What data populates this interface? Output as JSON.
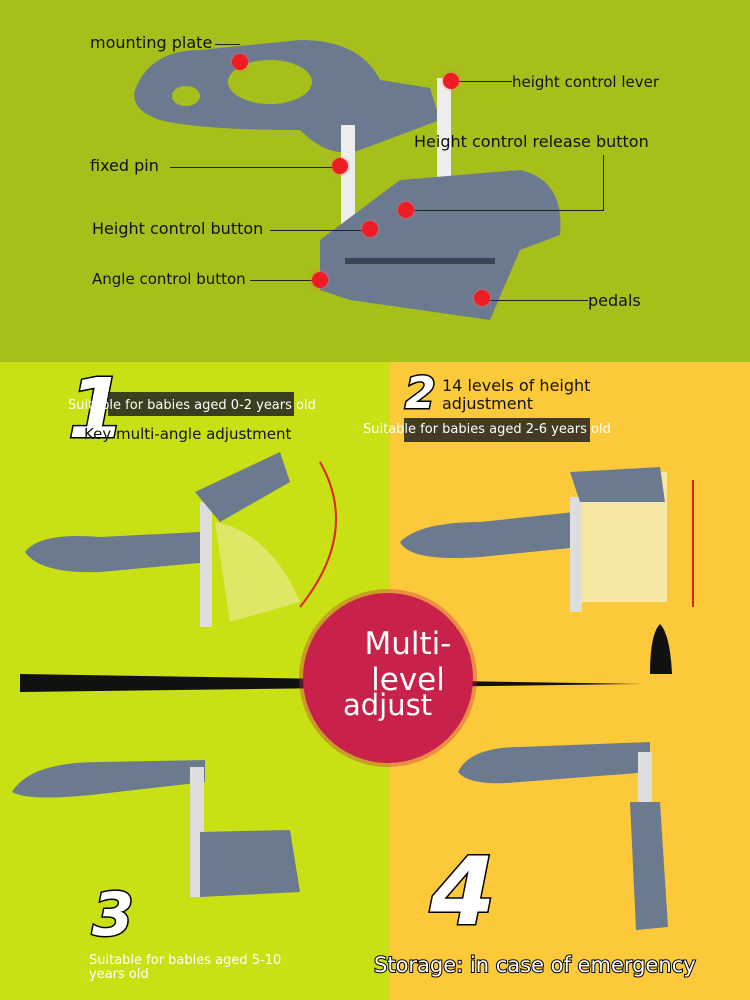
{
  "top": {
    "labels": {
      "mounting_plate": "mounting plate",
      "height_control_lever": "height control lever",
      "height_control_release_button": "Height control release button",
      "fixed_pin": "fixed pin",
      "height_control_button": "Height control button",
      "angle_control_button": "Angle control button",
      "pedals": "pedals"
    }
  },
  "panels": [
    {
      "number": "1",
      "age": "Suitable for babies aged 0-2 years old",
      "feature": "Key multi-angle adjustment"
    },
    {
      "number": "2",
      "feature": "14 levels of height adjustment",
      "age": "Suitable for babies aged 2-6 years old"
    },
    {
      "number": "3",
      "age": "Suitable for babies aged 5-10 years old"
    },
    {
      "number": "4",
      "feature": "Storage: in case of emergency"
    }
  ],
  "center_badge": {
    "line1": "Multi-level",
    "line2": "adjust"
  },
  "colors": {
    "top_bg": "#a6bf1b",
    "left_bg": "#c9e015",
    "right_bg": "#fcc93a",
    "badge": "#c8214a",
    "marker": "#ee1c25"
  }
}
